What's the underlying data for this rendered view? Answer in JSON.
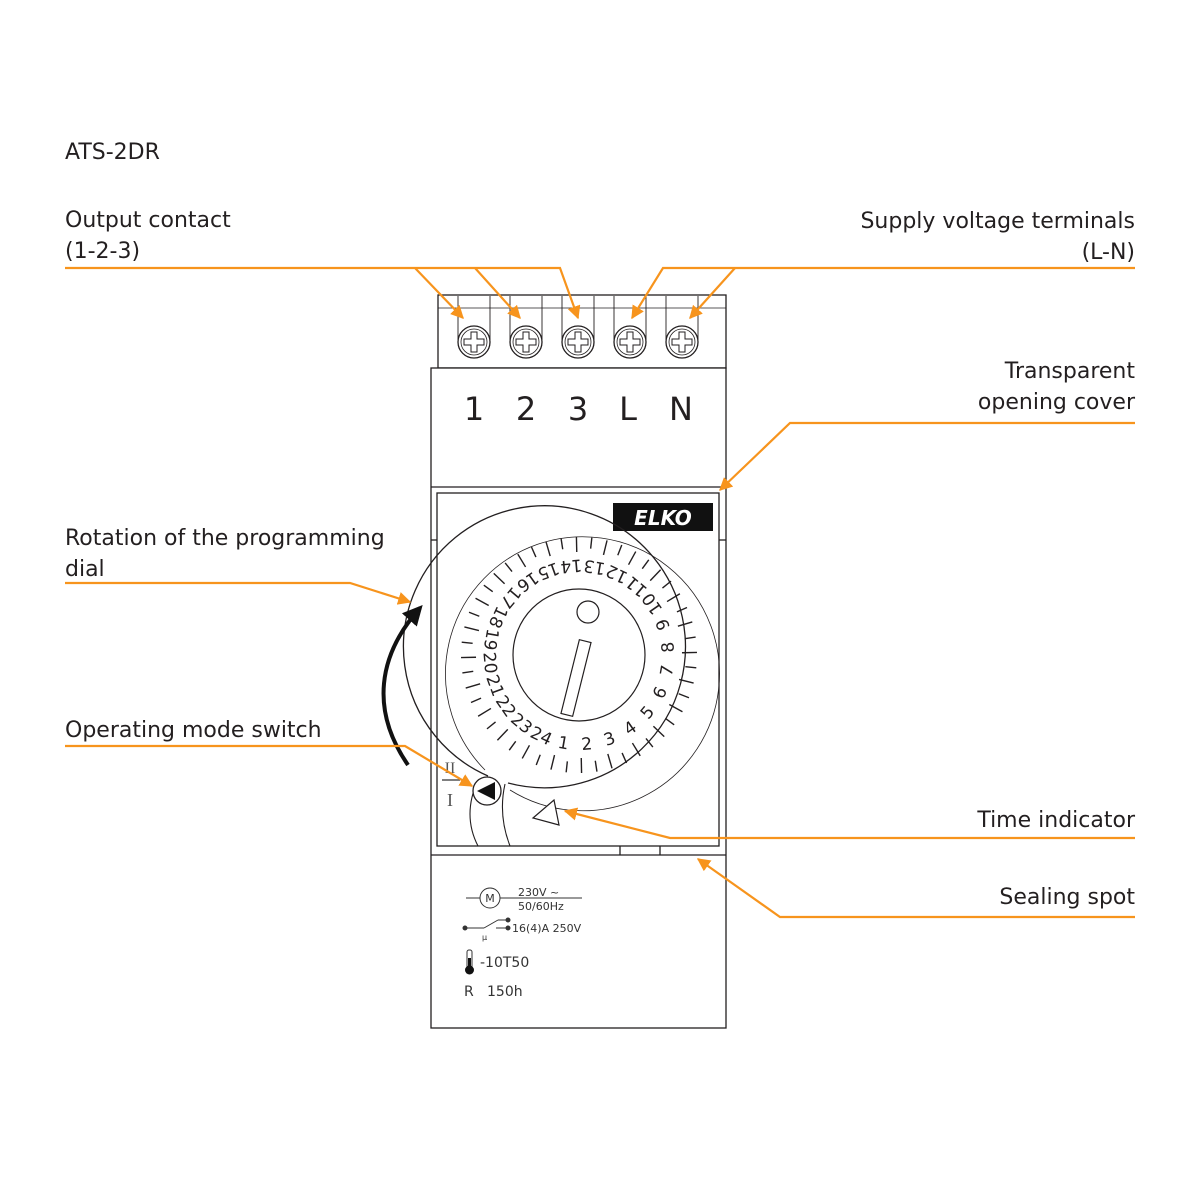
{
  "title": "ATS-2DR",
  "labels": {
    "output_contact": [
      "Output contact",
      "(1-2-3)"
    ],
    "supply": [
      "Supply voltage terminals",
      "(L-N)"
    ],
    "cover": [
      "Transparent",
      "opening cover"
    ],
    "rotation": [
      "Rotation of the programming",
      "dial"
    ],
    "mode": "Operating mode switch",
    "time": "Time indicator",
    "sealing": "Sealing spot"
  },
  "terminals": [
    "1",
    "2",
    "3",
    "L",
    "N"
  ],
  "brand": "ELKO",
  "mode_marks": [
    "II",
    "I"
  ],
  "dial_hours": [
    "1",
    "2",
    "3",
    "4",
    "5",
    "6",
    "7",
    "8",
    "9",
    "10",
    "11",
    "12",
    "13",
    "14",
    "15",
    "16",
    "17",
    "18",
    "19",
    "20",
    "21",
    "22",
    "23",
    "24"
  ],
  "specs": {
    "voltage": "230V ~",
    "frequency": "50/60Hz",
    "contact_rating": "16(4)A 250V",
    "contact_symbol": "μ",
    "motor_symbol": "M",
    "temperature": "-10T50",
    "reserve_label": "R",
    "reserve": "150h"
  },
  "colors": {
    "accent": "#F7941D",
    "line": "#231f20"
  }
}
